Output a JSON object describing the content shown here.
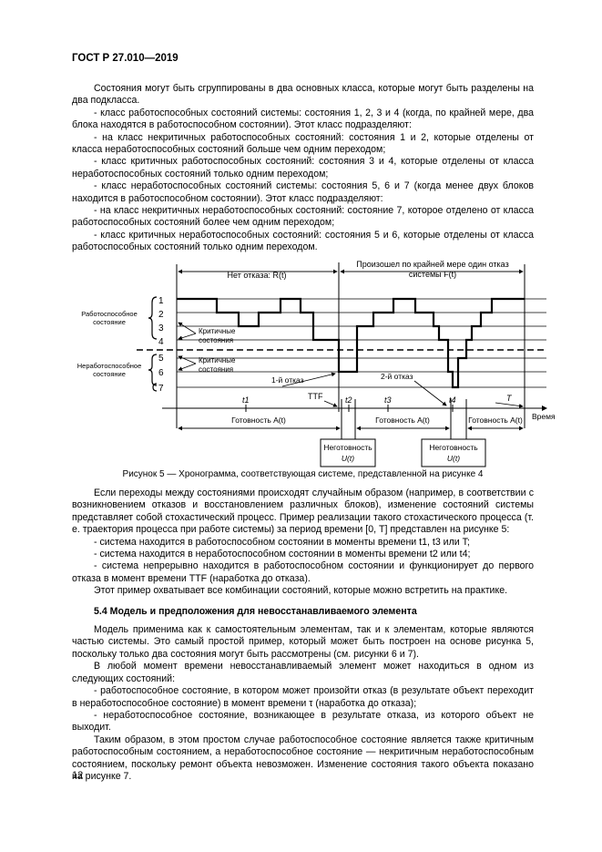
{
  "header": "ГОСТ Р 27.010—2019",
  "top_paragraphs": [
    "Состояния могут быть сгруппированы в два основных класса, которые могут быть разделены на два подкласса.",
    "- класс работоспособных состояний системы: состояния 1, 2, 3 и 4 (когда, по крайней мере, два блока находятся в работоспособном состоянии). Этот класс подразделяют:",
    "- на класс некритичных работоспособных состояний: состояния 1 и 2, которые отделены от класса неработоспособных состояний больше чем одним переходом;",
    "- класс критичных работоспособных состояний: состояния 3 и 4, которые отделены от класса неработоспособных состояний только одним переходом;",
    "- класс неработоспособных состояний системы: состояния 5, 6 и 7 (когда менее двух блоков находится в работоспособном состоянии). Этот класс подразделяют:",
    "- на класс некритичных неработоспособных состояний: состояние 7, которое отделено от класса работоспособных состояний более чем одним переходом;",
    "- класс критичных неработоспособных состояний: состояния 5 и 6, которые отделены от класса работоспособных состояний только одним переходом."
  ],
  "figure": {
    "no_failure": "Нет отказа: R(t)",
    "failure_occurred_1": "Произошел по крайней мере один отказ",
    "failure_occurred_2": "системы F(t)",
    "operable_1": "Работоспособное",
    "operable_2": "состояние",
    "inoperable_1": "Неработоспособное",
    "inoperable_2": "состояние",
    "critical_1": "Критичные",
    "critical_2": "состояния",
    "state_labels": [
      "1",
      "2",
      "3",
      "4",
      "5",
      "6",
      "7"
    ],
    "first_failure": "1-й отказ",
    "second_failure": "2-й отказ",
    "ttf": "TTF",
    "t1": "t1",
    "t2": "t2",
    "t3": "t3",
    "t4": "t4",
    "T": "T",
    "time": "Время",
    "availability": "Готовность A(t)",
    "unavailability_1": "Неготовность",
    "unavailability_2": "U(t)",
    "caption": "Рисунок 5 — Хронограмма, соответствующая системе, представленной на рисунке 4"
  },
  "para_after_1": "Если переходы между состояниями происходят случайным образом (например, в соответствии с возникновением отказов и восстановлением различных блоков), изменение состояний системы представляет собой стохастический процесс. Пример реализации такого стохастического процесса (т. е. траектория процесса при работе системы) за период времени [0, T] представлен на рисунке 5:",
  "list_items": [
    "- система находится в работоспособном состоянии в моменты времени t1, t3 или T;",
    "- система находится в неработоспособном состоянии в моменты времени t2 или t4;",
    "- система непрерывно находится в работоспособном состоянии и функционирует до первого отказа в момент времени TTF (наработка до отказа)."
  ],
  "para_after_2": "Этот пример охватывает все комбинации состояний, которые можно встретить на практике.",
  "section_title": "5.4 Модель и предположения для невосстанавливаемого элемента",
  "section_paragraphs": [
    "Модель применима как к самостоятельным элементам, так и к элементам, которые являются частью системы. Это самый простой пример, который может быть построен на основе рисунка 5, поскольку только два состояния могут быть рассмотрены (см. рисунки 6 и 7).",
    "В любой момент времени невосстанавливаемый элемент может находиться в одном из следующих состояний:",
    "- работоспособное состояние, в котором может произойти отказ (в результате объект переходит в неработоспособное состояние) в момент времени τ (наработка до отказа);",
    "- неработоспособное состояние, возникающее в результате отказа, из которого объект не выходит.",
    "Таким образом, в этом простом случае работоспособное состояние является также критичным работоспособным состоянием, а неработоспособное состояние — некритичным неработоспособным состоянием, поскольку ремонт объекта невозможен. Изменение состояния такого объекта показано на рисунке 7."
  ],
  "page_number": "12"
}
